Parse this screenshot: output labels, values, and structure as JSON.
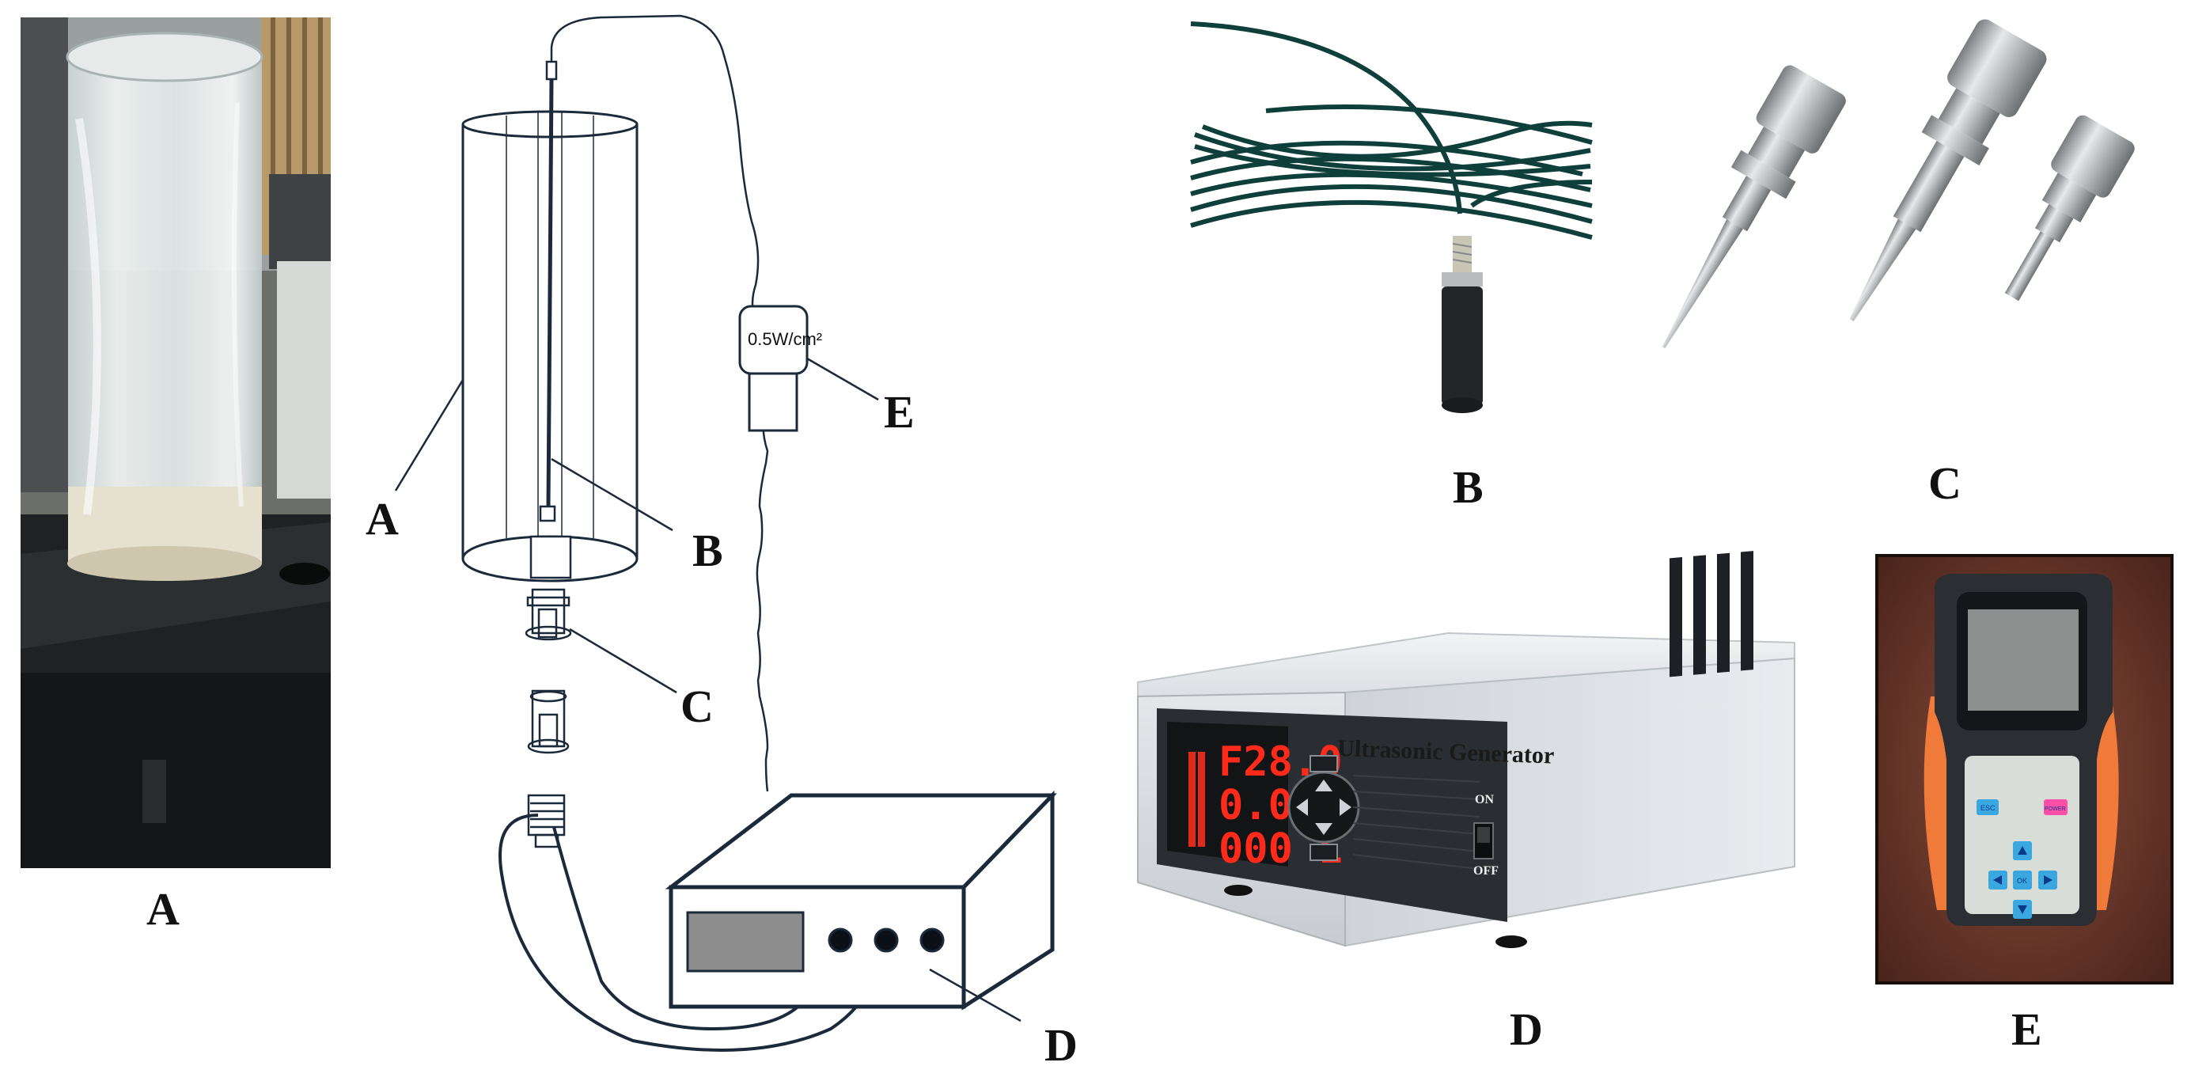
{
  "figure": {
    "panels": [
      {
        "id": "A",
        "caption": "A"
      },
      {
        "id": "schematic",
        "caption": ""
      },
      {
        "id": "B",
        "caption": "B"
      },
      {
        "id": "C",
        "caption": "C"
      },
      {
        "id": "D",
        "caption": "D"
      },
      {
        "id": "E",
        "caption": "E"
      }
    ]
  },
  "schematic": {
    "labels": {
      "A": "A",
      "B": "B",
      "C": "C",
      "D": "D",
      "E": "E"
    },
    "meter_reading": "0.5W/cm²"
  },
  "generator": {
    "title": "Ultrasonic Generator",
    "display_lines": [
      "F28.0",
      "0.0A",
      "000 L"
    ],
    "switch_on": "ON",
    "switch_off": "OFF"
  },
  "meter_device": {
    "keys": {
      "left_soft": "ESC",
      "right_soft": "POWER",
      "center": "OK"
    }
  },
  "colors": {
    "generator_red": "#ff2a1a",
    "meter_orange": "#f07a3a",
    "meter_key_blue": "#3aa7e0",
    "meter_key_pink": "#ff4fa8",
    "schematic_line": "#1b2a3a"
  }
}
